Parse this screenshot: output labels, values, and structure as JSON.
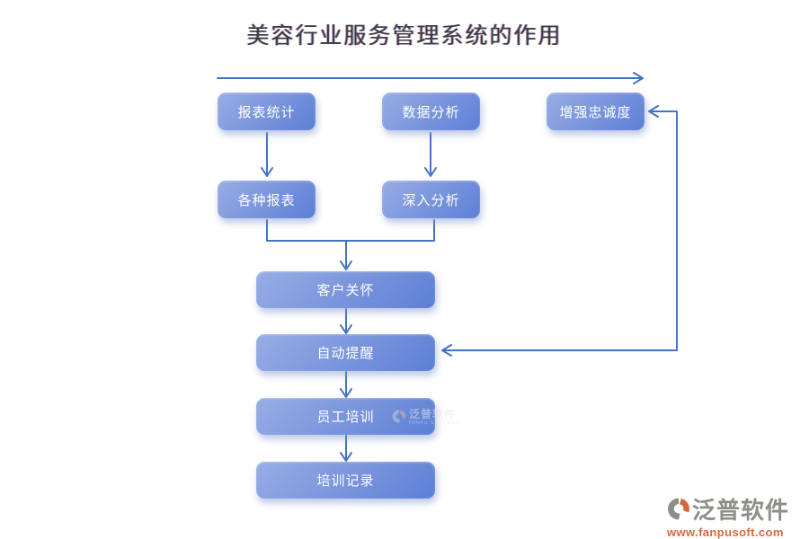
{
  "title": "美容行业服务管理系统的作用",
  "nodes": [
    {
      "label": "报表统计"
    },
    {
      "label": "数据分析"
    },
    {
      "label": "增强忠诚度"
    },
    {
      "label": "各种报表"
    },
    {
      "label": "深入分析"
    },
    {
      "label": "客户关怀"
    },
    {
      "label": "自动提醒"
    },
    {
      "label": "员工培训"
    },
    {
      "label": "培训记录"
    }
  ],
  "watermark": {
    "brand": "泛普软件",
    "sub": "FANPU SOFTWARE"
  },
  "footer_logo": {
    "brand": "泛普软件",
    "url": "www.fanpusoft.com"
  },
  "colors": {
    "connector_blue": "#4472c4",
    "node_gradient_top": "#98ade4",
    "node_gradient_bottom": "#5c7fd6",
    "title_text": "#3c3849",
    "logo_gray": "#8f8e86",
    "logo_orange": "#d4693f"
  }
}
